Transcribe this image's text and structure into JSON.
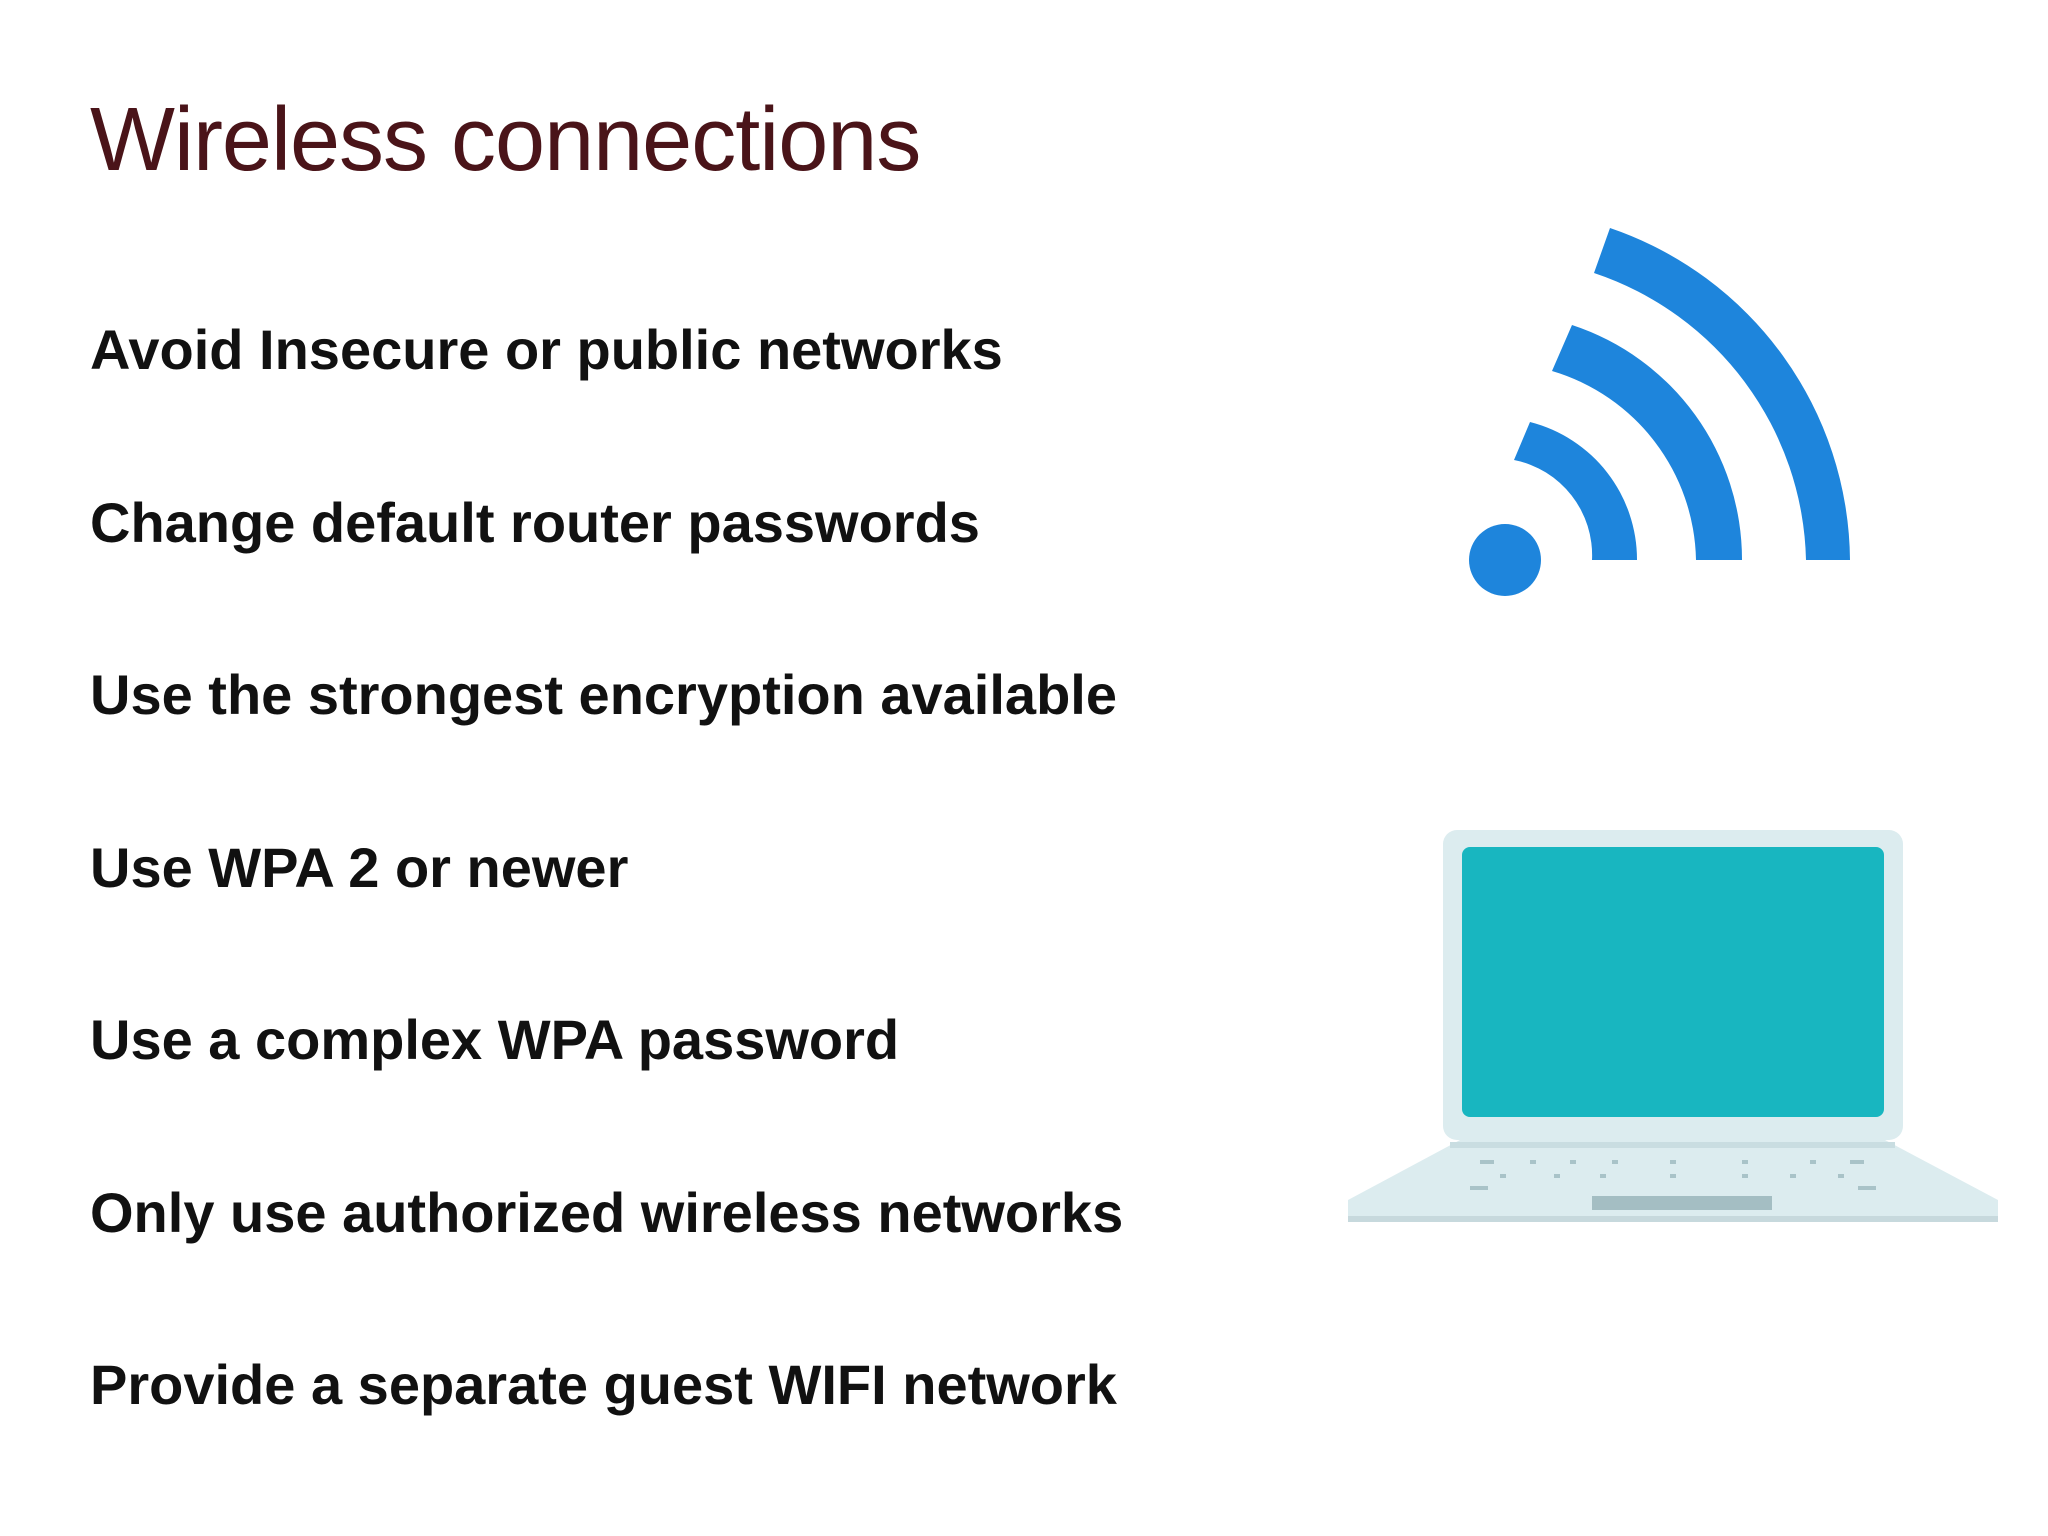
{
  "slide": {
    "title": "Wireless connections",
    "title_color": "#4a1419",
    "bullets": [
      "Avoid Insecure or public networks",
      "Change default router passwords",
      "Use the strongest encryption available",
      "Use WPA 2 or newer",
      "Use a complex WPA password",
      "Only use authorized wireless networks",
      "Provide a separate guest WIFI network"
    ]
  },
  "icons": {
    "wifi": {
      "name": "wifi-signal-icon",
      "color": "#1e85dc"
    },
    "laptop": {
      "name": "laptop-icon",
      "screen_color": "#18b6c0",
      "body_color": "#dcecef"
    }
  }
}
